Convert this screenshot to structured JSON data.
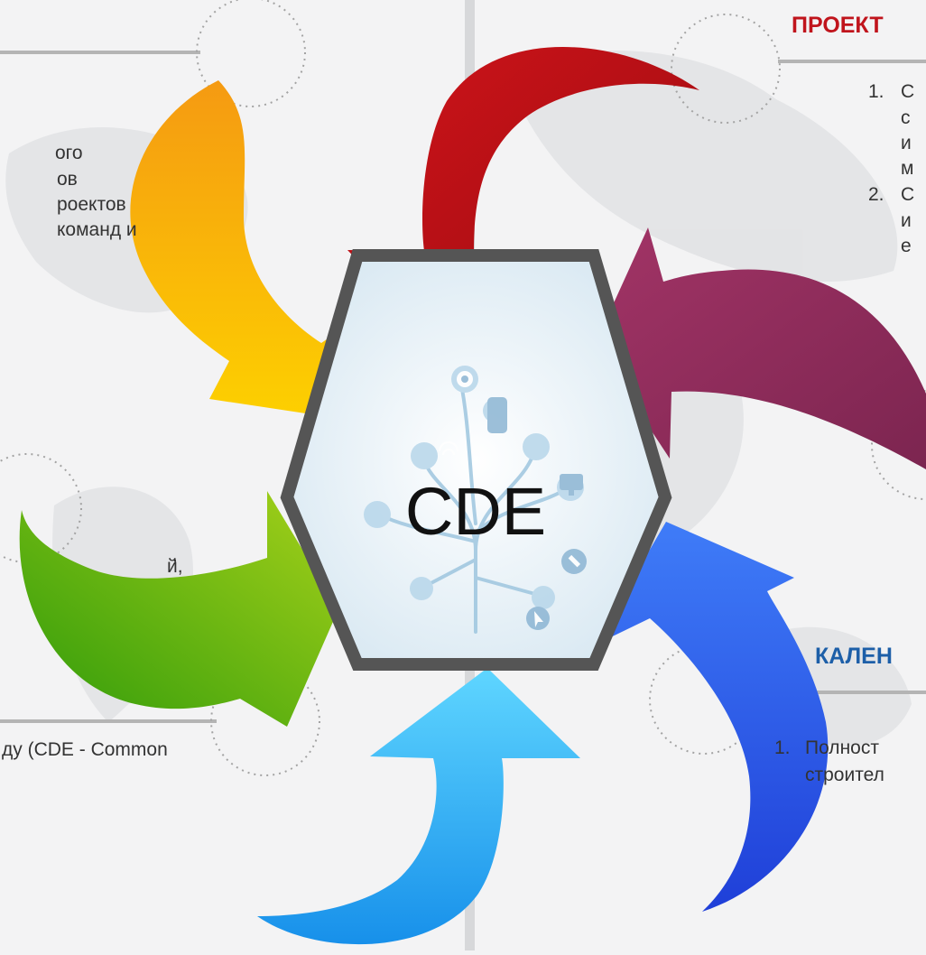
{
  "center_label": "CDE",
  "left_panel": {
    "lines": [
      "ого",
      "ов",
      "роектов",
      "команд и"
    ],
    "lower_lines": [
      ",",
      "й,"
    ],
    "bottom_fragment": "ду (CDE - Common"
  },
  "right_top": {
    "title": "ПРОЕКТ",
    "items": [
      {
        "num": "1.",
        "lines": [
          "С",
          "с",
          "и",
          "м"
        ]
      },
      {
        "num": "2.",
        "lines": [
          "С",
          "и",
          "е"
        ]
      }
    ]
  },
  "right_bottom": {
    "title": "КАЛЕН",
    "item_num": "1.",
    "lines": [
      "Полност",
      "строител"
    ]
  },
  "colors": {
    "title_red": "#c0141c",
    "title_blue": "#1d5fa8",
    "arrow_red": "#b30d12",
    "arrow_purple": "#97305f",
    "arrow_blue": "#3466f2",
    "arrow_cyan": "#29b8f5",
    "arrow_green": "#6cb815",
    "arrow_orange": "#f8a90b",
    "hexagon_border": "#555555"
  },
  "icons": [
    "world-map-background",
    "technology-tree-icon",
    "wifi-icon",
    "gear-icon",
    "phone-icon",
    "monitor-icon",
    "wrench-icon",
    "cursor-icon"
  ]
}
